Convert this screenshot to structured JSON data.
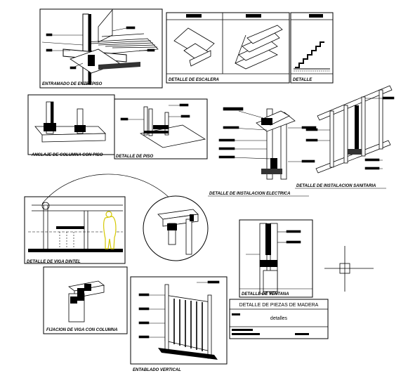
{
  "captions": {
    "entramado": "ENTRAMADO DE ENTREPISO",
    "escalera": "DETALLE DE ESCALERA",
    "detalle": "DETALLE",
    "anclaje": "ANCLAJE DE COLUMNA CON PISO",
    "piso": "DETALLE DE PISO",
    "sanitaria": "DETALLE DE INSTALACION SANITARIA",
    "electrica": "DETALLE DE INSTALACION ELECTRICA",
    "dintel": "DETALLE DE VIGA DINTEL",
    "fijacion": "FIJACION DE VIGA CON COLUMNA",
    "ventana": "DETALLE DE VENTANA",
    "entablado": "ENTABLADO VERTICAL"
  },
  "title_block": {
    "title": "DETALLE DE PIEZAS DE MADERA",
    "subtitle": "detalles"
  }
}
